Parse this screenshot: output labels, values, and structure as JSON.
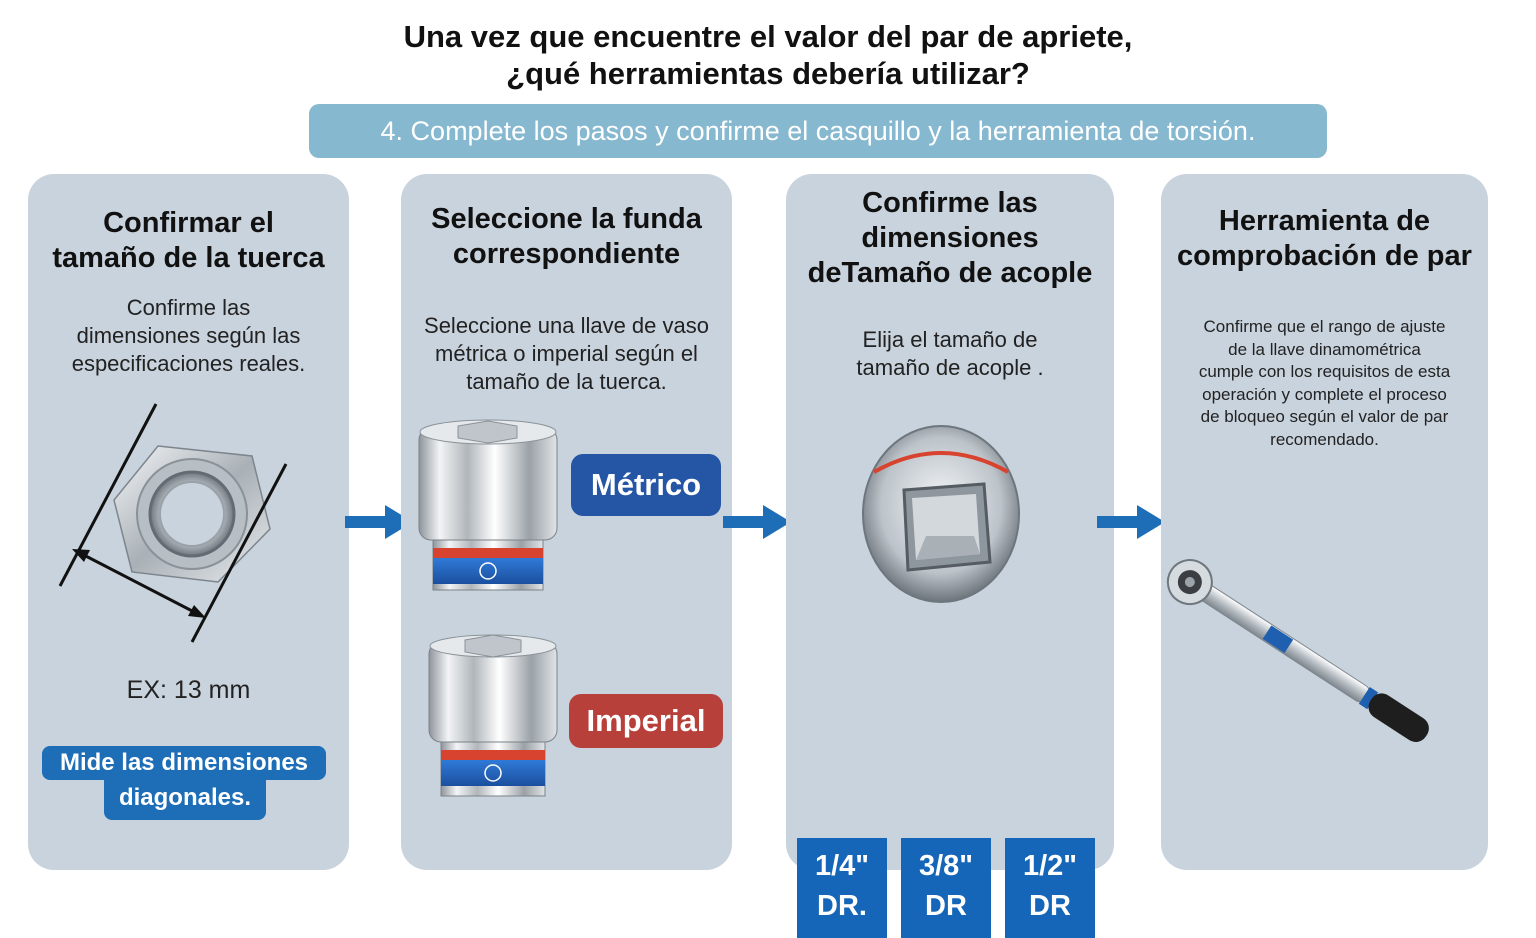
{
  "header": {
    "title_line1": "Una vez que encuentre el valor del par de apriete,",
    "title_line2": "¿qué herramientas debería utilizar?",
    "subtitle": "4. Complete los pasos y confirme el casquillo y la herramienta de torsión."
  },
  "panels": [
    {
      "title_lines": [
        "Confirmar el",
        "tamaño de la tuerca"
      ],
      "desc_lines": [
        "Confirme las",
        "dimensiones según las",
        "especificaciones reales."
      ],
      "example": "EX: 13 mm",
      "badge_lines": [
        "Mide las dimensiones",
        "diagonales."
      ]
    },
    {
      "title_lines": [
        "Seleccione la funda",
        "correspondiente"
      ],
      "desc_lines": [
        "Seleccione una llave de vaso",
        "métrica o imperial según el",
        "tamaño de la tuerca."
      ],
      "metric_label": "Métrico",
      "imperial_label": "Imperial"
    },
    {
      "title_lines": [
        "Confirme las",
        "dimensiones",
        "deTamaño de acople"
      ],
      "desc_lines": [
        "Elija el tamaño de",
        "tamaño de acople ."
      ],
      "drives": [
        {
          "line1": "1/4\"",
          "line2": "DR."
        },
        {
          "line1": "3/8\"",
          "line2": "DR"
        },
        {
          "line1": "1/2\"",
          "line2": "DR"
        }
      ]
    },
    {
      "title_lines": [
        "Herramienta de",
        "comprobación de par"
      ],
      "desc_lines": [
        "Confirme que el rango de ajuste",
        "de la llave dinamométrica",
        "cumple con los requisitos de esta",
        "operación y complete el proceso",
        "de bloqueo según el valor de par",
        "recomendado."
      ]
    }
  ],
  "colors": {
    "panel_bg": "#c9d3dd",
    "subtitle_bg": "#86b8d0",
    "arrow": "#1d6db7",
    "metric_pill": "#2456a5",
    "imperial_pill": "#b8403a",
    "drive_box": "#1565b8"
  }
}
